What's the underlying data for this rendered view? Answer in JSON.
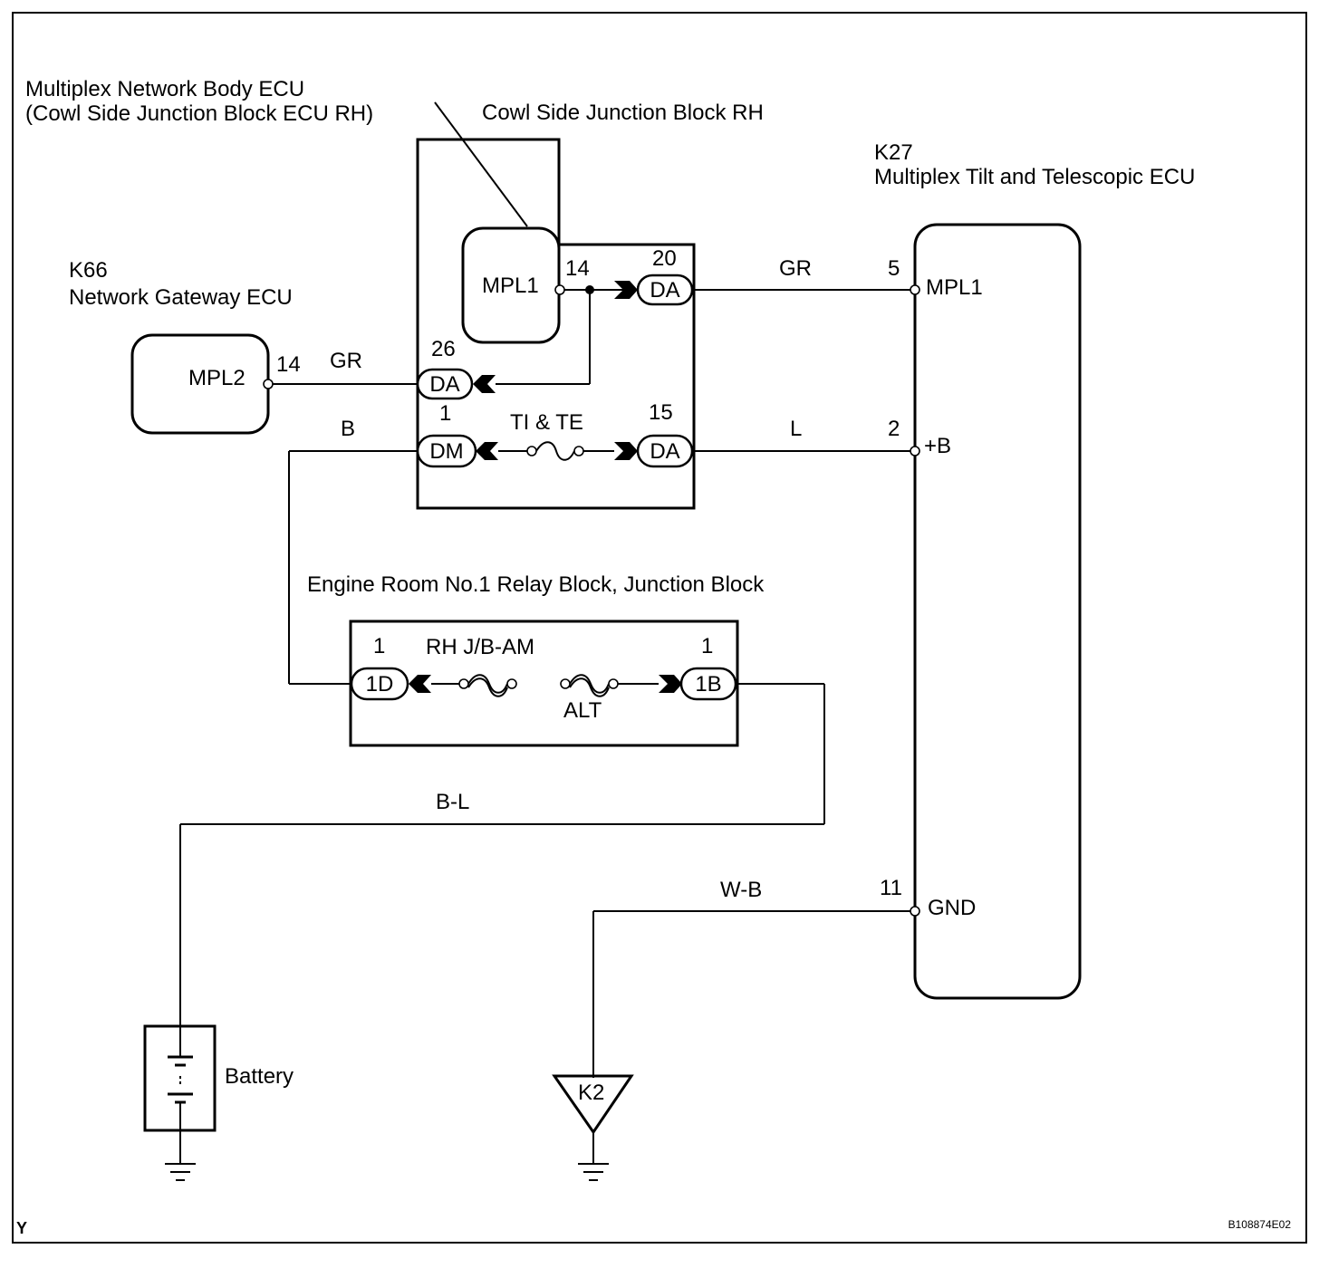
{
  "components": {
    "body_ecu_title_1": "Multiplex Network Body ECU",
    "body_ecu_title_2": "(Cowl Side Junction Block ECU RH)",
    "cowl_jb_title": "Cowl Side Junction Block RH",
    "k27_code": "K27",
    "k27_name": "Multiplex Tilt and Telescopic ECU",
    "k66_code": "K66",
    "k66_name": "Network Gateway ECU",
    "engine_relay_title": "Engine Room No.1 Relay Block, Junction Block",
    "battery_label": "Battery",
    "ground_point": "K2"
  },
  "body_ecu": {
    "pin_label": "MPL1",
    "pin_no": "14"
  },
  "cowl_connectors": {
    "da20": {
      "name": "DA",
      "pin": "20"
    },
    "da26": {
      "name": "DA",
      "pin": "26"
    },
    "dm1": {
      "name": "DM",
      "pin": "1"
    },
    "da15": {
      "name": "DA",
      "pin": "15"
    },
    "fuse": "TI & TE"
  },
  "k66": {
    "pin_label": "MPL2",
    "pin_no": "14"
  },
  "k27": {
    "mpl1": {
      "label": "MPL1",
      "pin": "5"
    },
    "b": {
      "label": "+B",
      "pin": "2"
    },
    "gnd": {
      "label": "GND",
      "pin": "11"
    }
  },
  "relay_block": {
    "c1d": {
      "name": "1D",
      "pin": "1"
    },
    "c1b": {
      "name": "1B",
      "pin": "1"
    },
    "fuse_left": "RH J/B-AM",
    "fuse_right": "ALT"
  },
  "wires": {
    "gr_top": "GR",
    "gr_left": "GR",
    "b": "B",
    "l": "L",
    "bl": "B-L",
    "wb": "W-B"
  },
  "footer": {
    "left": "Y",
    "right": "B108874E02"
  }
}
